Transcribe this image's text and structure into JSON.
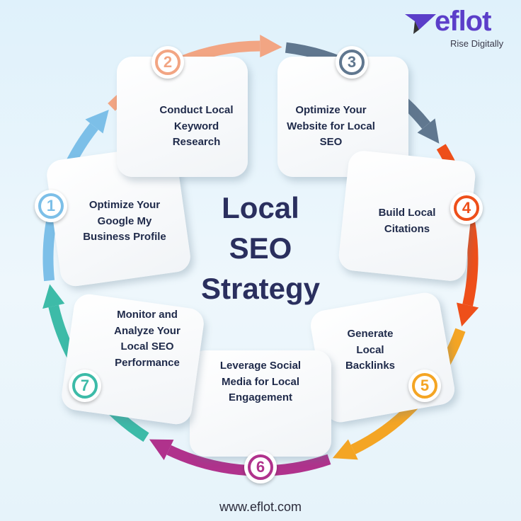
{
  "title": {
    "line1": "Local",
    "line2": "SEO",
    "line3": "Strategy"
  },
  "logo": {
    "word": "eflot",
    "tagline": "Rise Digitally",
    "color": "#5b3ec9"
  },
  "footer": {
    "url": "www.eflot.com"
  },
  "steps": [
    {
      "number": "1",
      "text": "Optimize Your Google My Business Profile",
      "color": "#7cbfe8"
    },
    {
      "number": "2",
      "text": "Conduct Local Keyword Research",
      "color": "#f2a583"
    },
    {
      "number": "3",
      "text": "Optimize Your Website for Local SEO",
      "color": "#60778f"
    },
    {
      "number": "4",
      "text": "Build Local Citations",
      "color": "#ee4f1a"
    },
    {
      "number": "5",
      "text": "Generate Local Backlinks",
      "color": "#f4a524"
    },
    {
      "number": "6",
      "text": "Leverage Social Media for Local Engagement",
      "color": "#b0328c"
    },
    {
      "number": "7",
      "text": "Monitor and Analyze Your Local SEO Performance",
      "color": "#3dbba8"
    }
  ]
}
